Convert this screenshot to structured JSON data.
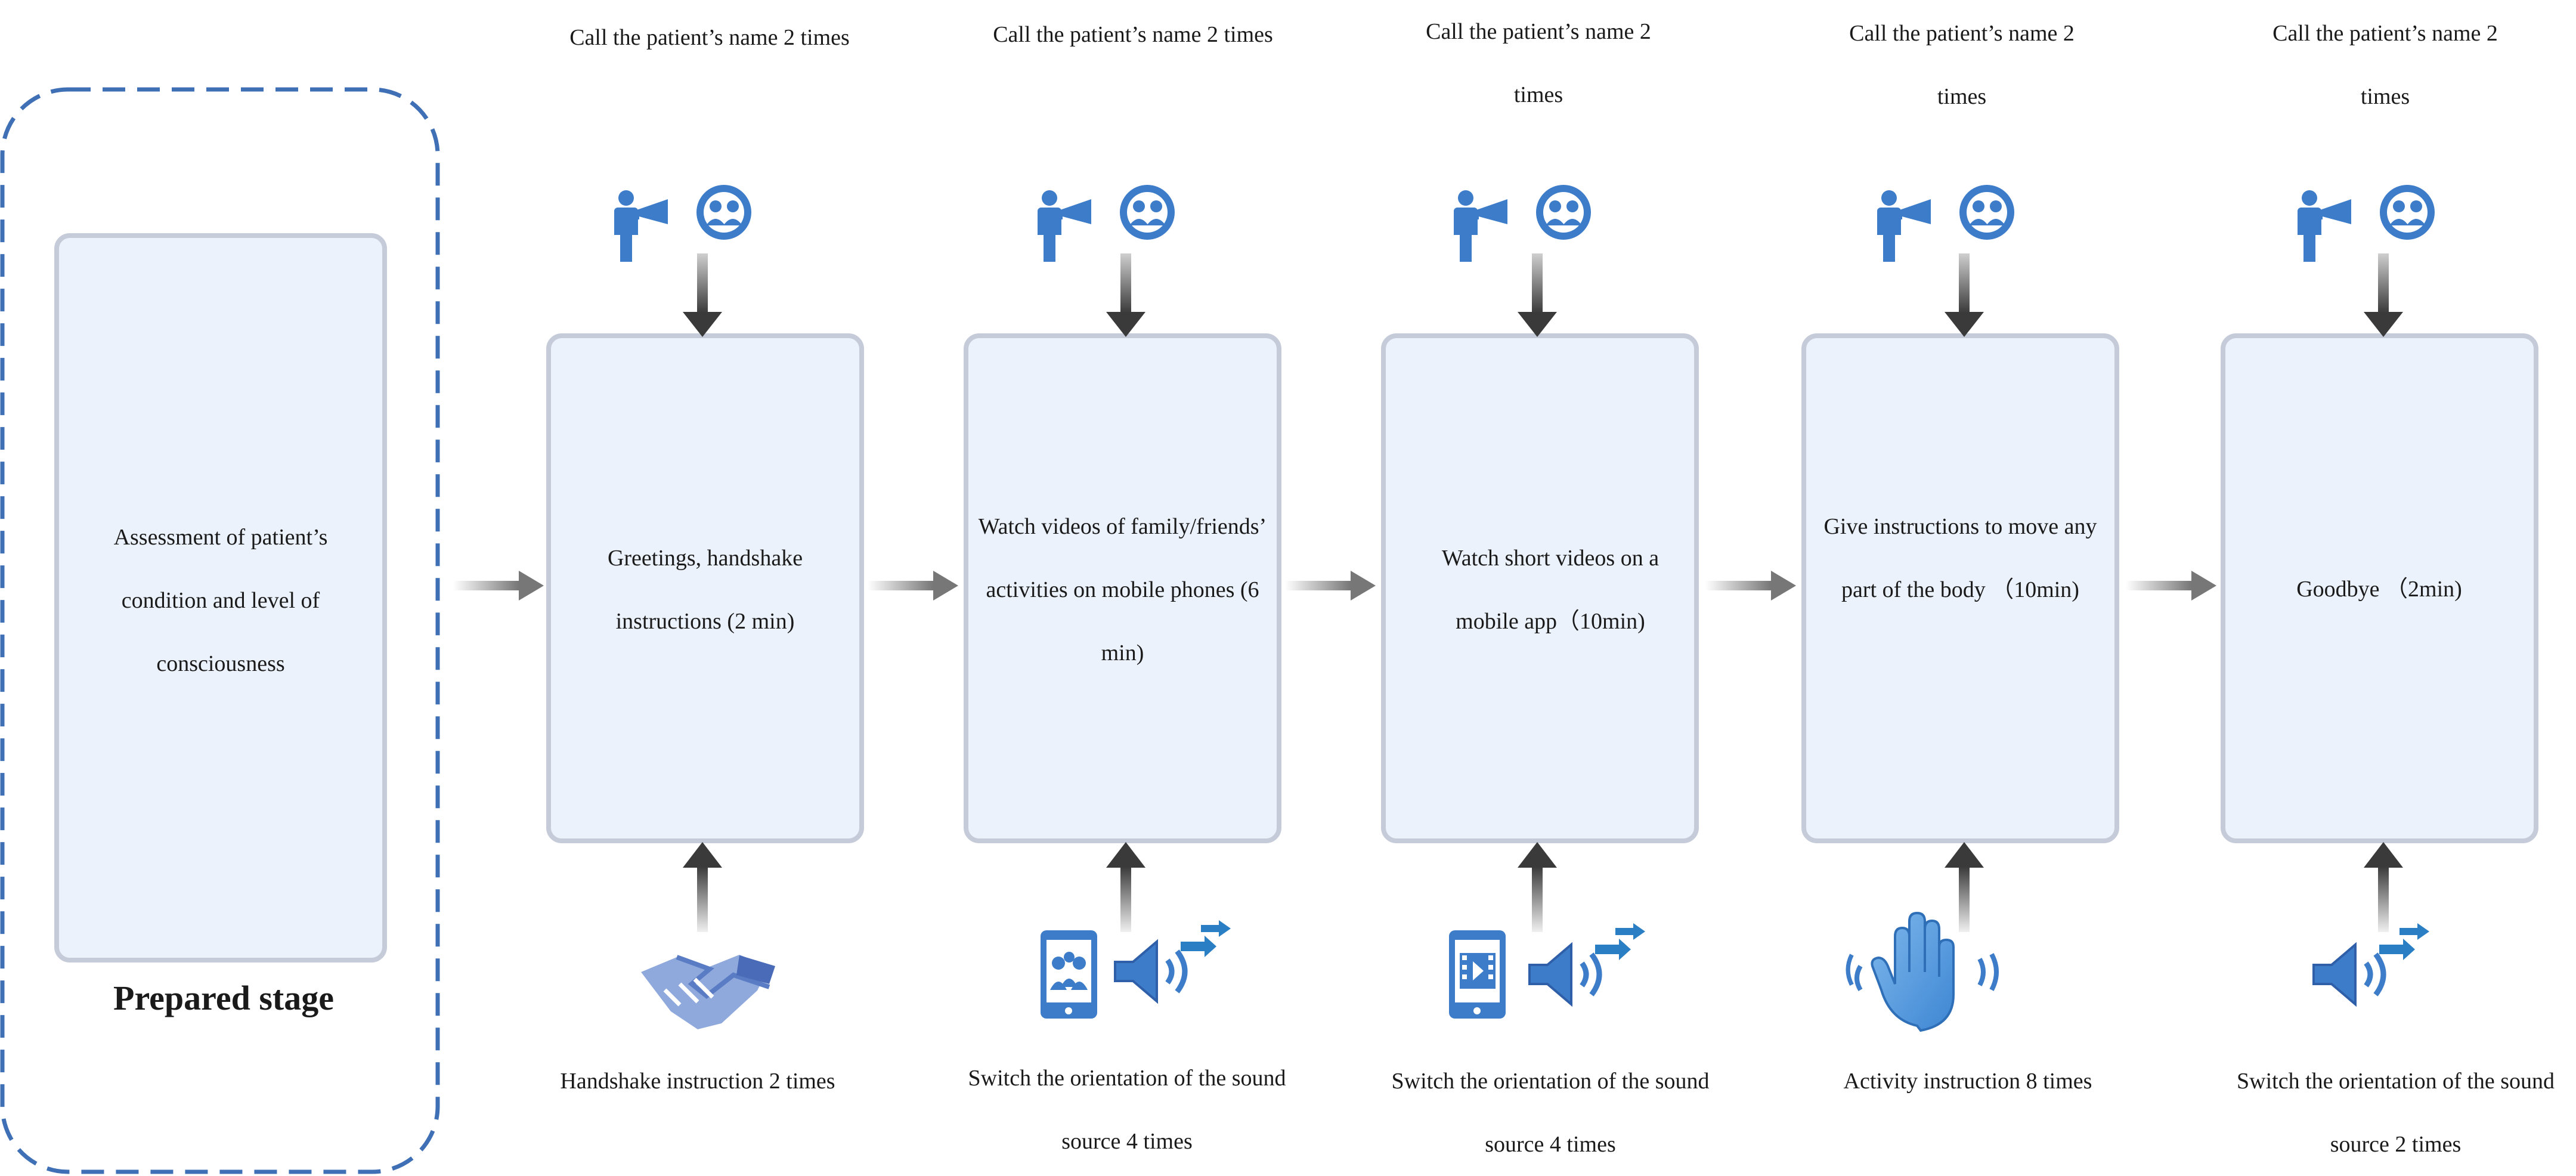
{
  "prepared_stage": {
    "title": "Prepared stage",
    "box_text": "Assessment of patient’s condition and level of consciousness"
  },
  "steps": [
    {
      "top_text": "Call the patient’s name 2 times",
      "box_text": "Greetings, handshake instructions (2 min)",
      "bottom_text": "Handshake instruction 2 times",
      "top_icon": "call-name-icon",
      "bottom_icon": "handshake-icon"
    },
    {
      "top_text": "Call the patient’s name 2 times",
      "box_text": "Watch videos of family/friends’ activities on mobile phones (6 min)",
      "bottom_text": "Switch the orientation of the sound source 4 times",
      "top_icon": "call-name-icon",
      "bottom_icon": "family-photo-phone-icon"
    },
    {
      "top_text": "Call the patient’s name 2 times",
      "box_text": "Watch short videos on a mobile app（10min)",
      "bottom_text": "Switch the orientation of the sound source 4 times",
      "top_icon": "call-name-icon",
      "bottom_icon": "video-phone-icon"
    },
    {
      "top_text": "Call the patient’s name 2 times",
      "box_text": "Give instructions to move any part of the body （10min)",
      "bottom_text": "Activity instruction 8 times",
      "top_icon": "call-name-icon",
      "bottom_icon": "waving-hand-icon"
    },
    {
      "top_text": "Call the patient’s name 2 times",
      "box_text": "Goodbye （2min)",
      "bottom_text": "Switch the orientation of the sound source 2 times",
      "top_icon": "call-name-icon",
      "bottom_icon": "speaker-icon"
    }
  ],
  "colors": {
    "box_fill": "#ebf2fc",
    "box_stroke": "#c5cbd8",
    "dash_stroke": "#3f6fb5",
    "icon_blue": "#3d7cc9",
    "arrow_dark": "#5a5a5a"
  }
}
